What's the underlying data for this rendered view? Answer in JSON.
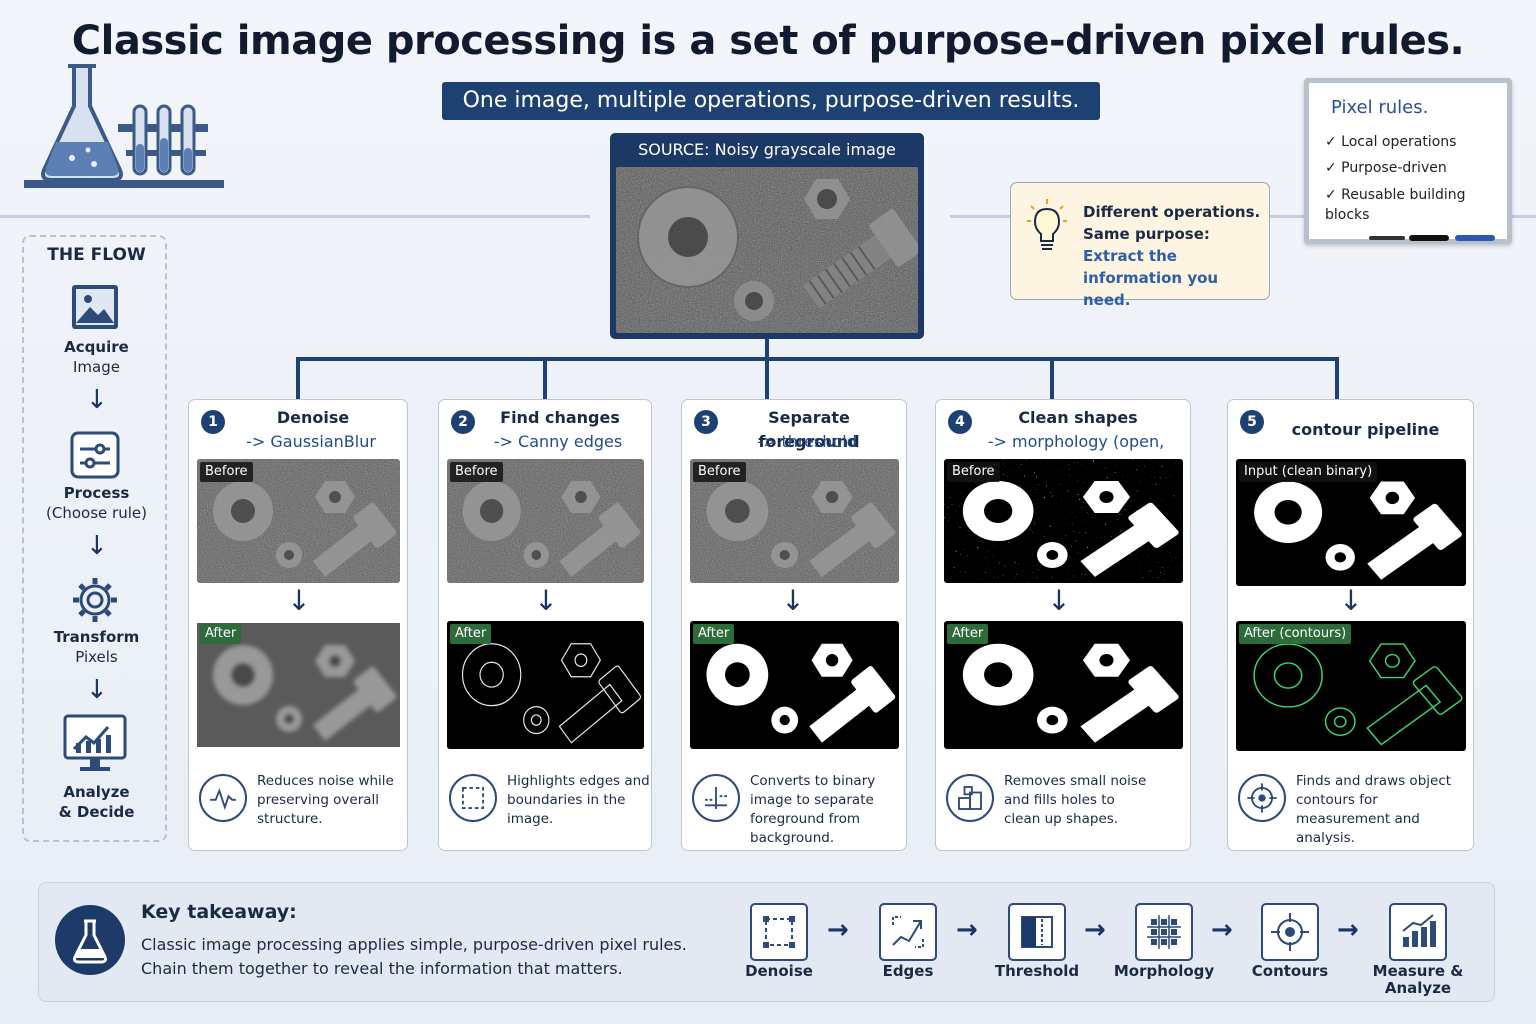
{
  "title": "Classic image processing is a set of purpose-driven pixel rules.",
  "subtitle": "One image, multiple operations, purpose-driven results.",
  "source": {
    "header": "SOURCE: Noisy grayscale image"
  },
  "tip": {
    "line1": "Different operations.",
    "line2": "Same purpose:",
    "line3": "Extract the information you need.",
    "icon": "lightbulb-icon"
  },
  "board": {
    "title": "Pixel rules.",
    "items": [
      "✓ Local operations",
      "✓ Purpose-driven",
      "✓ Reusable building blocks"
    ]
  },
  "flow": {
    "title": "THE FLOW",
    "steps": [
      {
        "bold": "Acquire",
        "sub": "Image",
        "icon": "image-icon"
      },
      {
        "bold": "Process",
        "sub": "(Choose rule)",
        "icon": "sliders-icon"
      },
      {
        "bold": "Transform",
        "sub": "Pixels",
        "icon": "gear-icon"
      },
      {
        "bold": "Analyze",
        "sub": "& Decide",
        "icon": "monitor-chart-icon"
      }
    ]
  },
  "cards": [
    {
      "num": "1",
      "title": "Denoise",
      "sub": "-> GaussianBlur",
      "top_tag": "Before",
      "bottom_tag": "After",
      "desc": "Reduces noise while preserving overall structure.",
      "icon": "wave-icon"
    },
    {
      "num": "2",
      "title": "Find changes",
      "sub": "-> Canny edges",
      "top_tag": "Before",
      "bottom_tag": "After",
      "desc": "Highlights edges and boundaries in the image.",
      "icon": "dashed-square-icon"
    },
    {
      "num": "3",
      "title": "Separate foreground",
      "sub": "-> threshold",
      "top_tag": "Before",
      "bottom_tag": "After",
      "desc": "Converts to binary image to separate foreground from background.",
      "icon": "threshold-axes-icon"
    },
    {
      "num": "4",
      "title": "Clean shapes",
      "sub": "-> morphology (open, close)",
      "top_tag": "Before",
      "bottom_tag": "After",
      "desc": "Removes small noise and fills holes to clean up shapes.",
      "icon": "blocks-icon"
    },
    {
      "num": "5",
      "title": "contour pipeline",
      "sub": "",
      "top_tag": "Input (clean binary)",
      "bottom_tag": "After (contours)",
      "desc": "Finds and draws object contours for measurement and analysis.",
      "icon": "crosshair-icon"
    }
  ],
  "takeaway": {
    "heading": "Key takeaway:",
    "line1": "Classic image processing applies simple, purpose-driven pixel rules.",
    "line2": "Chain them together to reveal the information that matters.",
    "icon": "flask-icon"
  },
  "pipeline": [
    {
      "label": "Denoise",
      "icon": "dashed-square-icon"
    },
    {
      "label": "Edges",
      "icon": "edges-icon"
    },
    {
      "label": "Threshold",
      "icon": "threshold-icon"
    },
    {
      "label": "Morphology",
      "icon": "grid-icon"
    },
    {
      "label": "Contours",
      "icon": "crosshair-icon"
    },
    {
      "label": "Measure & Analyze",
      "icon": "bar-chart-icon"
    }
  ],
  "colors": {
    "navy": "#1e4173",
    "edge_green": "#3ed86a",
    "tip_bg": "#fdf5e1"
  }
}
